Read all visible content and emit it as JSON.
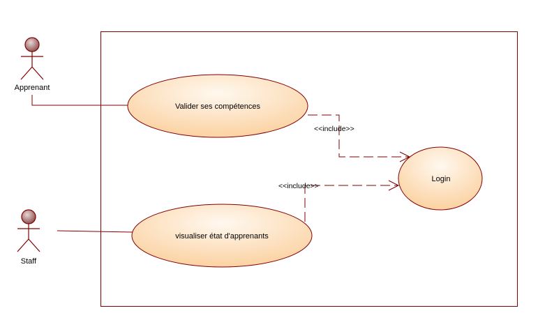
{
  "colors": {
    "line": "#800000",
    "ellipse_fill_light": "#fff8ef",
    "ellipse_fill_dark": "#fbcf9c",
    "actor_head_light": "#e8d6d6",
    "actor_head_dark": "#8a4a4a",
    "text": "#000000"
  },
  "actors": [
    {
      "id": "apprenant",
      "label": "Apprenant"
    },
    {
      "id": "staff",
      "label": "Staff"
    }
  ],
  "use_cases": [
    {
      "id": "valider",
      "label": "Valider ses compétences"
    },
    {
      "id": "visualiser",
      "label": "visualiser état d'apprenants"
    },
    {
      "id": "login",
      "label": "Login"
    }
  ],
  "relations": [
    {
      "id": "include-1",
      "from": "valider",
      "to": "login",
      "stereotype": "<<include>>"
    },
    {
      "id": "include-2",
      "from": "visualiser",
      "to": "login",
      "stereotype": "<<include>>"
    }
  ],
  "associations": [
    {
      "actor": "apprenant",
      "use_case": "valider"
    },
    {
      "actor": "staff",
      "use_case": "visualiser"
    }
  ]
}
